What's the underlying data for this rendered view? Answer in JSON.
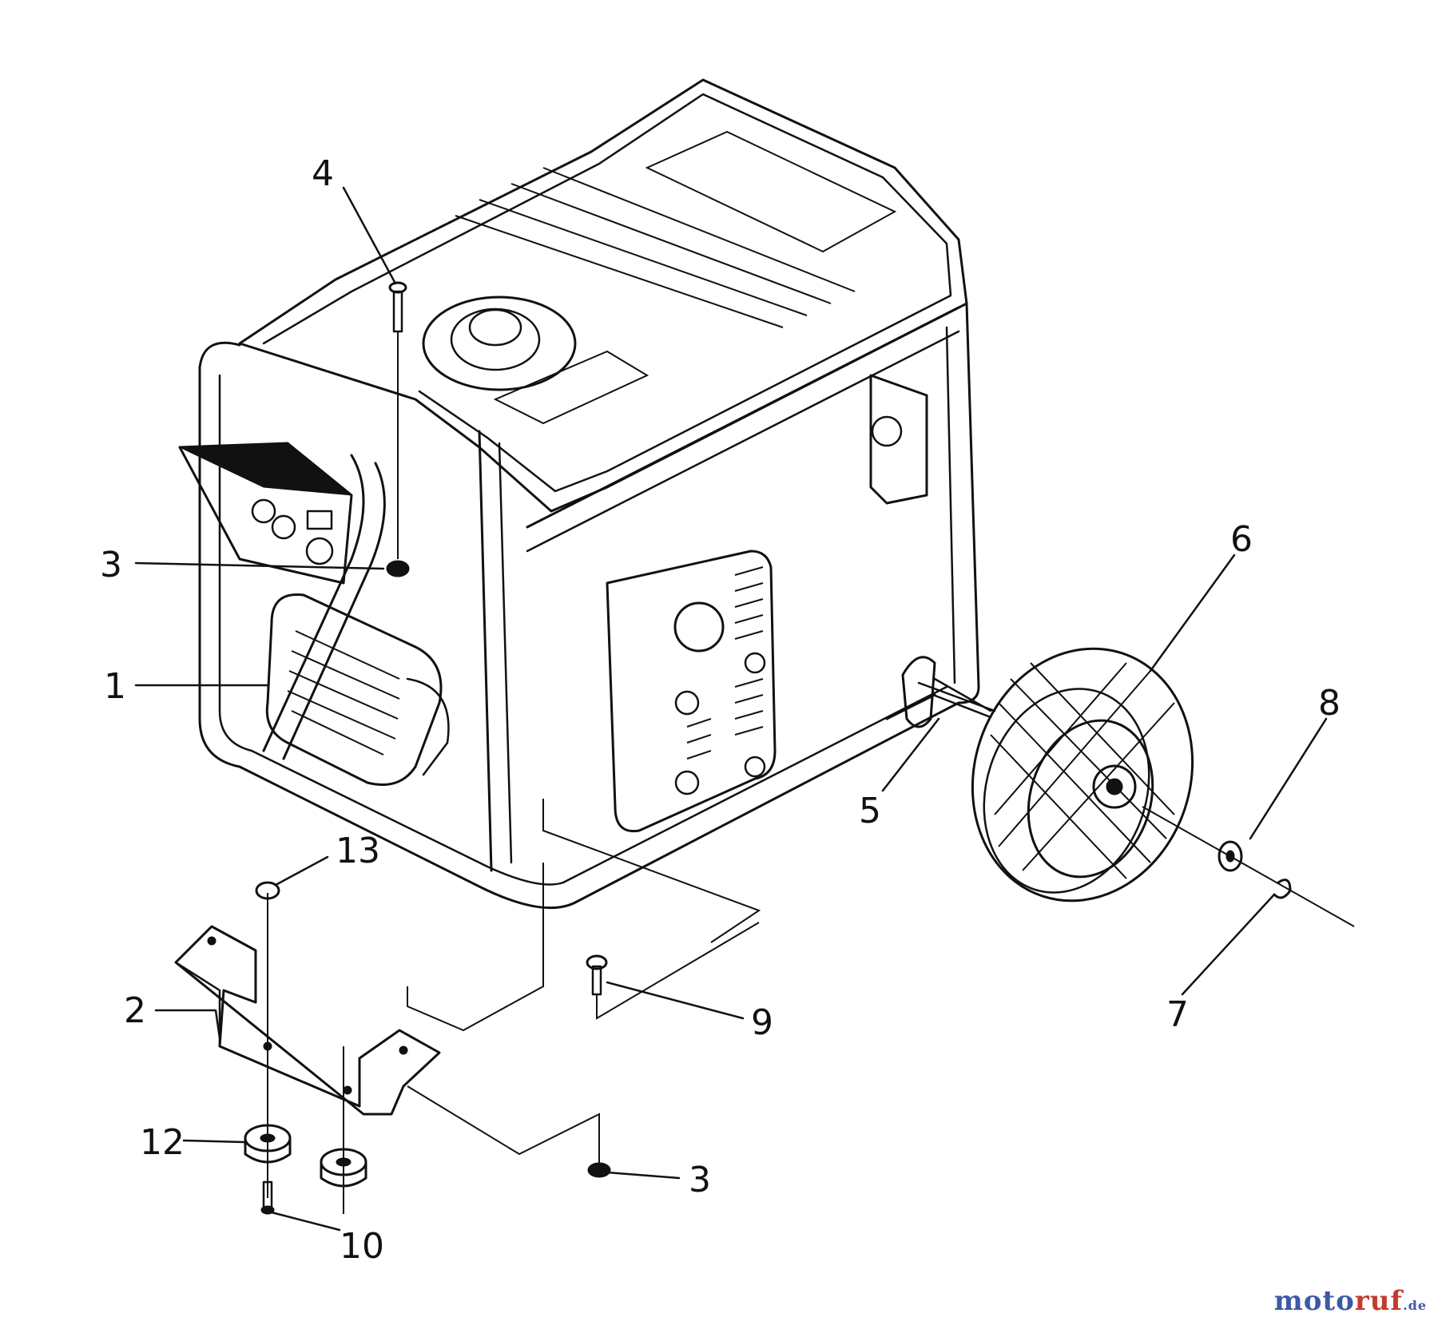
{
  "callouts": {
    "c1": "1",
    "c2": "2",
    "c3a": "3",
    "c3b": "3",
    "c4": "4",
    "c5": "5",
    "c6": "6",
    "c7": "7",
    "c8": "8",
    "c9": "9",
    "c10": "10",
    "c12": "12",
    "c13": "13"
  },
  "watermark": {
    "part1": "moto",
    "part2": "ruf",
    "part3": ".de"
  },
  "colors": {
    "line": "#111111",
    "background": "#ffffff",
    "watermark_blue": "#3b5aa6",
    "watermark_red": "#c33b2f"
  }
}
